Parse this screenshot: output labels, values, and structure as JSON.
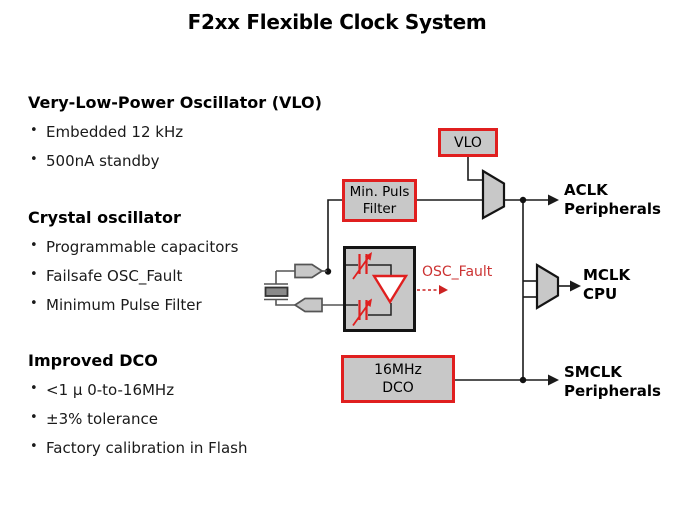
{
  "title": "F2xx Flexible Clock System",
  "sections": [
    {
      "heading": "Very-Low-Power Oscillator (VLO)",
      "bullets": [
        "Embedded 12 kHz",
        "500nA standby"
      ]
    },
    {
      "heading": "Crystal oscillator",
      "bullets": [
        "Programmable capacitors",
        "Failsafe OSC_Fault",
        "Minimum Pulse Filter"
      ]
    },
    {
      "heading": "Improved DCO",
      "bullets": [
        "<1 µ 0-to-16MHz",
        "±3% tolerance",
        "Factory calibration in Flash"
      ]
    }
  ],
  "diagram": {
    "boxes": {
      "vlo": {
        "label": "VLO"
      },
      "min_pulse_filter": {
        "line1": "Min. Puls",
        "line2": "Filter"
      },
      "dco": {
        "line1": "16MHz",
        "line2": "DCO"
      }
    },
    "signals": {
      "osc_fault": "OSC_Fault",
      "aclk": {
        "line1": "ACLK",
        "line2": "Peripherals"
      },
      "mclk": {
        "line1": "MCLK",
        "line2": "CPU"
      },
      "smclk": {
        "line1": "SMCLK",
        "line2": "Peripherals"
      }
    },
    "colors": {
      "accent_red": "#e01f1f",
      "fault_red": "#cc3333",
      "box_fill": "#c8c8c8",
      "wire_black": "#1a1a1a",
      "circuit_gray": "#555555"
    }
  }
}
